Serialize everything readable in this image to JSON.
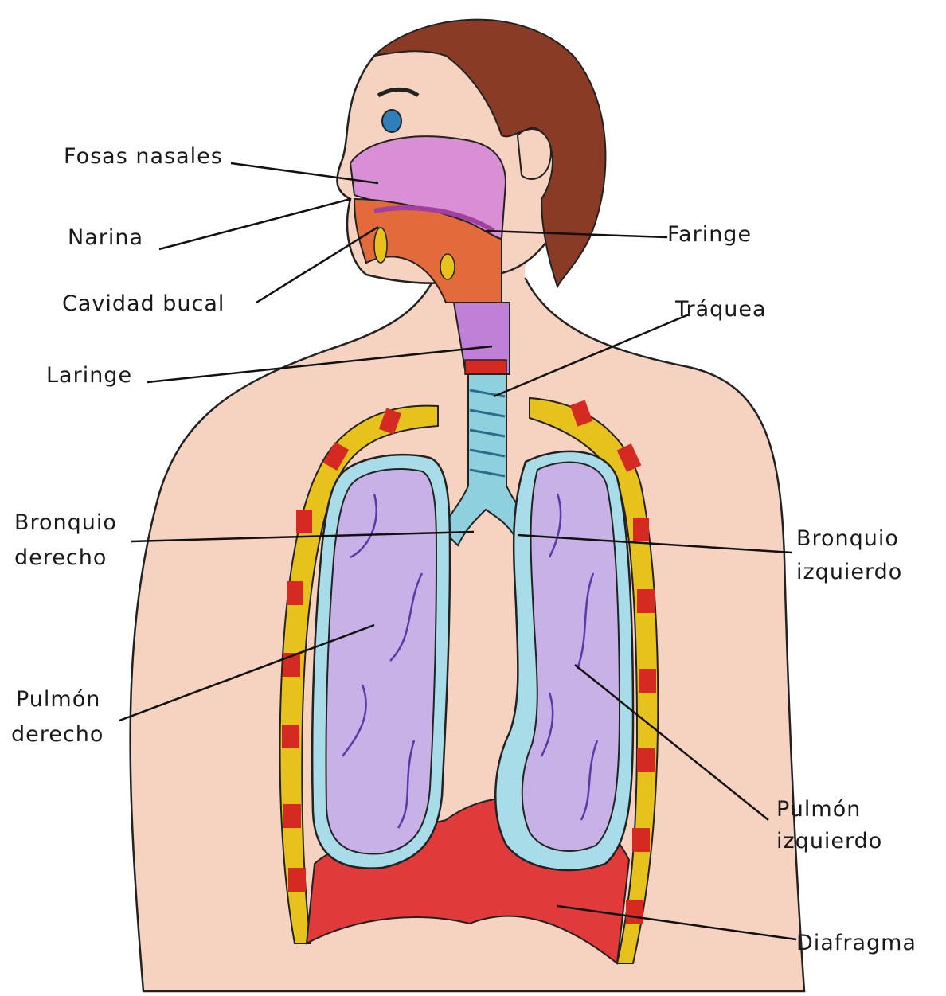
{
  "labels": {
    "fosas_nasales": "Fosas nasales",
    "narina": "Narina",
    "cavidad_bucal": "Cavidad bucal",
    "laringe": "Laringe",
    "faringe": "Faringe",
    "traquea": "Tráquea",
    "bronquio_derecho_1": "Bronquio",
    "bronquio_derecho_2": "derecho",
    "bronquio_izquierdo_1": "Bronquio",
    "bronquio_izquierdo_2": "izquierdo",
    "pulmon_derecho_1": "Pulmón",
    "pulmon_derecho_2": "derecho",
    "pulmon_izquierdo_1": "Pulmón",
    "pulmon_izquierdo_2": "izquierdo",
    "diafragma": "Diafragma"
  },
  "colors": {
    "skin": "#f6d2c0",
    "hair": "#8a3b26",
    "nasal_cavity": "#d98fd6",
    "throat": "#e36a3a",
    "trachea": "#8fd0df",
    "lung": "#c7b1e6",
    "pleura": "#a8dce8",
    "ribs_yellow": "#e8c21c",
    "ribs_red": "#d42a22",
    "diaphragm": "#e03a3a"
  }
}
